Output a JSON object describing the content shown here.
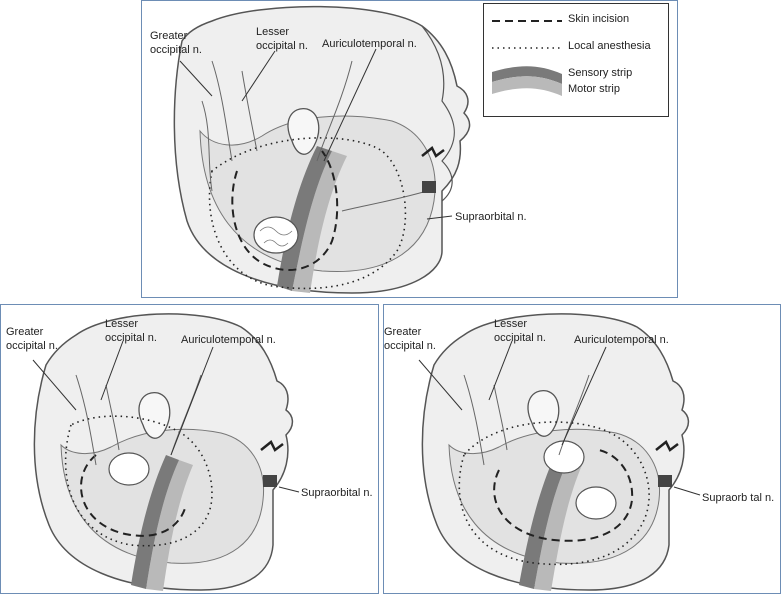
{
  "legend": {
    "skin_incision": "Skin incision",
    "local_anesthesia": "Local anesthesia",
    "sensory_strip": "Sensory strip",
    "motor_strip": "Motor strip"
  },
  "labels": {
    "greater_occipital_line1": "Greater",
    "greater_occipital_line2": "occipital n.",
    "lesser_occipital_line1": "Lesser",
    "lesser_occipital_line2": "occipital n.",
    "auriculotemporal": "Auriculotemporal n.",
    "supraorbital": "Supraorbital n.",
    "supraorbital_br": "Supraorb tal n."
  },
  "colors": {
    "panel_border": "#6d8db5",
    "sensory_strip": "#7a7a7a",
    "motor_strip": "#b9b9b9",
    "drawing": "#555555"
  }
}
